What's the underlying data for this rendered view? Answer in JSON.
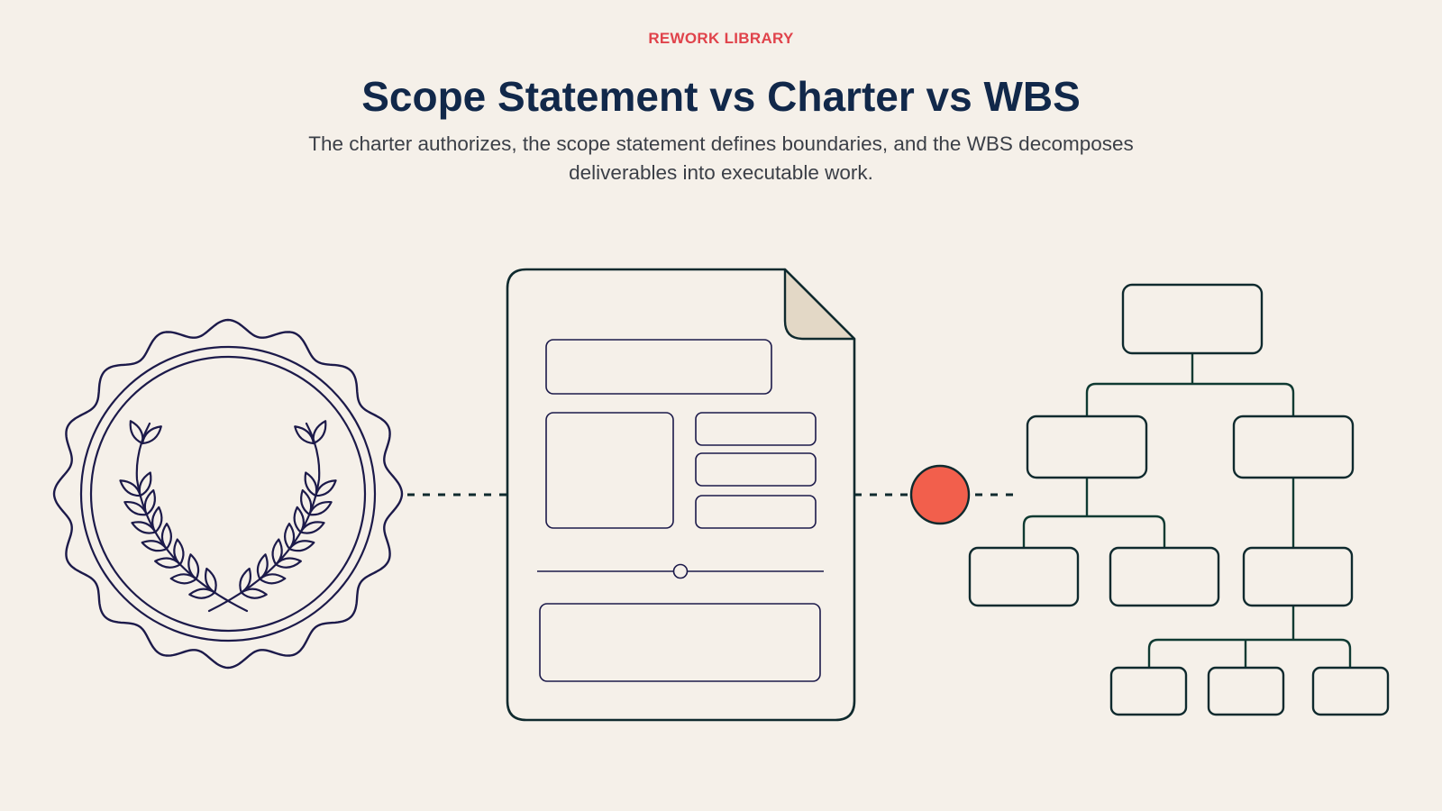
{
  "header": {
    "eyebrow": "REWORK LIBRARY",
    "title": "Scope Statement vs Charter vs WBS",
    "subtitle": "The charter authorizes, the scope statement defines boundaries, and the WBS decomposes deliverables into executable work."
  },
  "illustration": {
    "icons": [
      "laurel-seal-icon",
      "document-icon",
      "wbs-tree-icon"
    ],
    "colors": {
      "background": "#f5f0e9",
      "ink": "#1c1a4a",
      "accent": "#e0434b",
      "node": "#f25f4c",
      "page_fold": "#e3d8c6"
    }
  }
}
